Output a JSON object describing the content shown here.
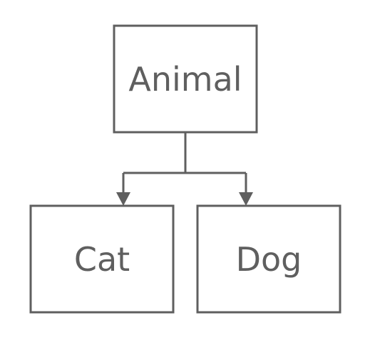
{
  "diagram": {
    "nodes": {
      "animal": {
        "label": "Animal"
      },
      "cat": {
        "label": "Cat"
      },
      "dog": {
        "label": "Dog"
      }
    },
    "colors": {
      "stroke": "#5f5f5f",
      "text": "#5f5f5f",
      "background": "#ffffff"
    }
  }
}
